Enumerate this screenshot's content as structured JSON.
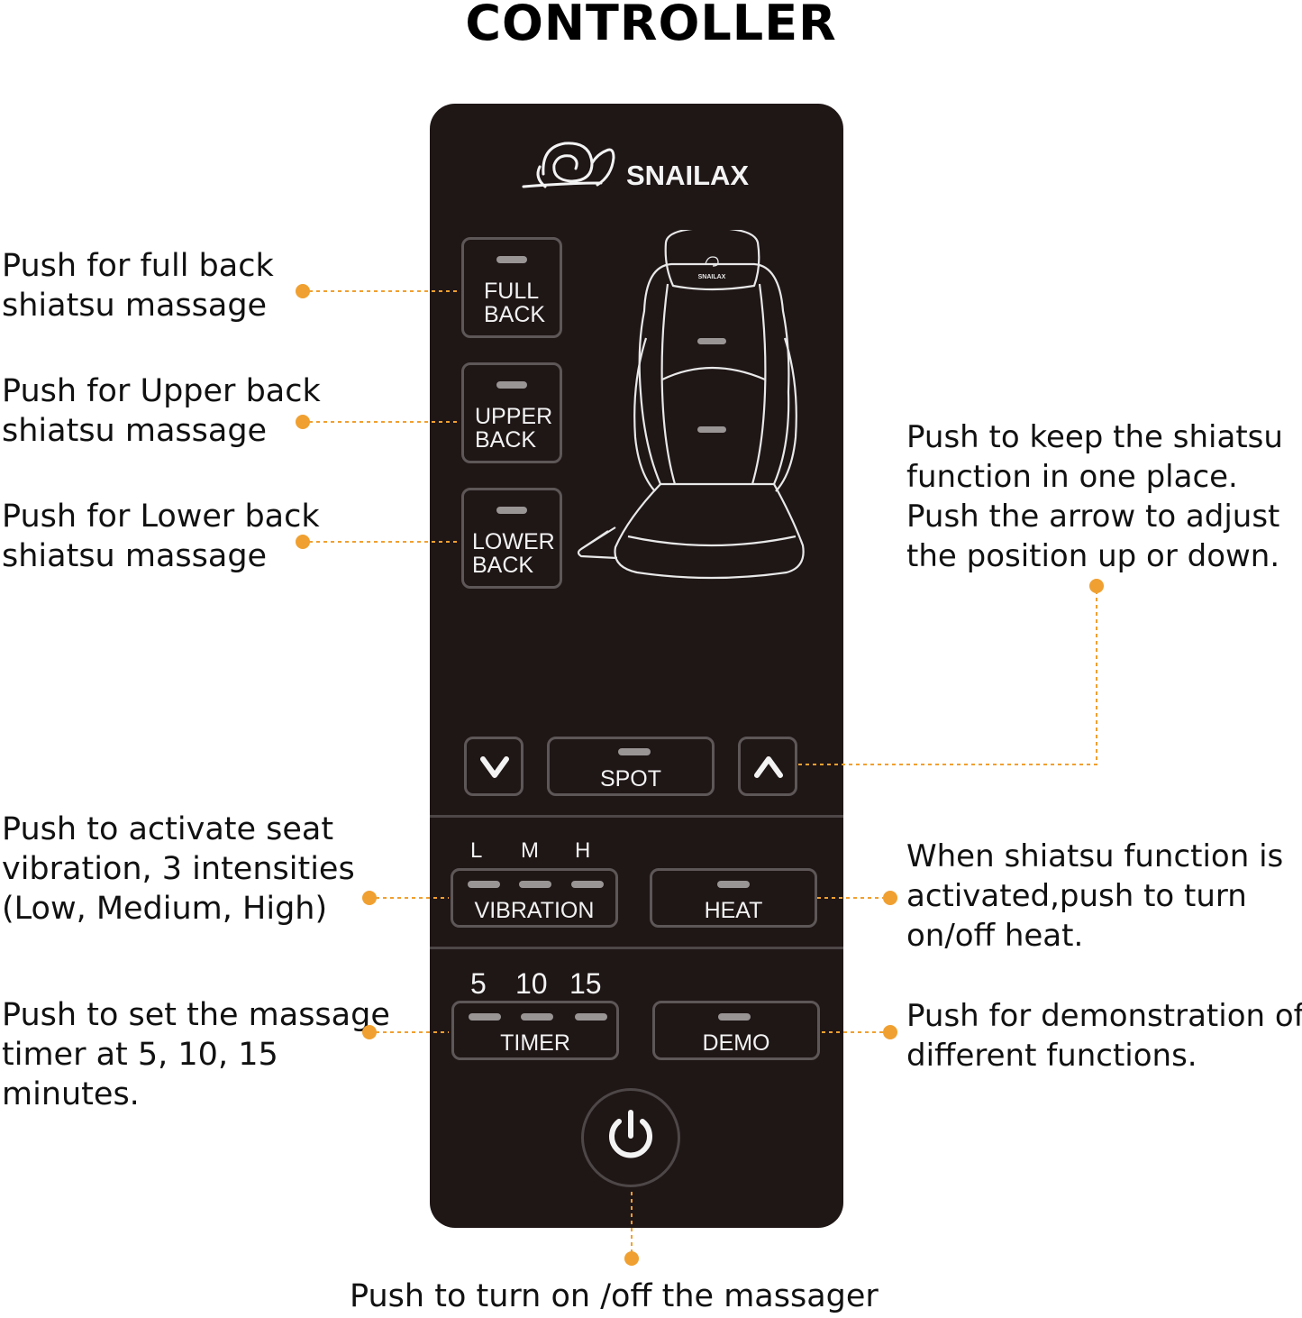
{
  "title": "CONTROLLER",
  "brand": {
    "name": "SNAILAX",
    "seat_logo_text": "SNAILAX"
  },
  "buttons": {
    "full_back": [
      "FULL",
      "BACK"
    ],
    "upper_back": [
      "UPPER",
      "BACK"
    ],
    "lower_back": [
      "LOWER",
      "BACK"
    ],
    "spot": "SPOT",
    "vibration": "VIBRATION",
    "vibration_levels": [
      "L",
      "M",
      "H"
    ],
    "heat": "HEAT",
    "timer": "TIMER",
    "timer_values": [
      "5",
      "10",
      "15"
    ],
    "demo": "DEMO"
  },
  "annotations": {
    "full_back": [
      "Push for full back",
      "shiatsu massage"
    ],
    "upper_back": [
      "Push for Upper back",
      "shiatsu massage"
    ],
    "lower_back": [
      "Push for Lower back",
      "shiatsu massage"
    ],
    "spot": [
      "Push to keep the shiatsu",
      "function in one place.",
      "Push the arrow to adjust",
      "the position up or down."
    ],
    "vibration": [
      "Push to activate seat",
      "vibration, 3 intensities",
      "(Low, Medium, High)"
    ],
    "heat": [
      "When shiatsu function is",
      "activated,push to turn",
      "on/off heat."
    ],
    "timer": [
      "Push to set the massage",
      "timer at 5, 10, 15",
      "minutes."
    ],
    "demo": [
      "Push for demonstration of",
      "different functions."
    ],
    "power": "Push to turn on /off the massager"
  },
  "colors": {
    "panel": "#1f1616",
    "accent": "#f0a030",
    "button_border": "#5e5757",
    "led": "#9a9595",
    "label_text": "#f2f2f2"
  },
  "icons": [
    "snail-logo-icon",
    "massage-seat-icon",
    "down-arrow-icon",
    "up-arrow-icon",
    "power-icon"
  ]
}
